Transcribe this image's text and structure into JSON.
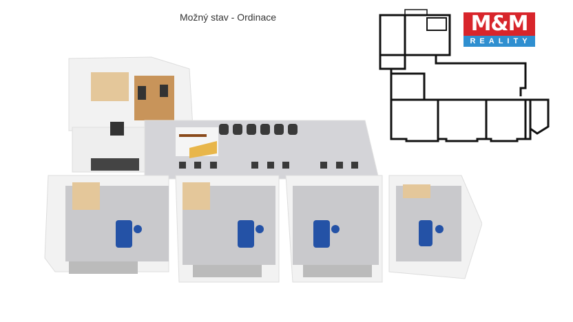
{
  "title": "Možný stav - Ordinace",
  "logo": {
    "brand_top": "M&M",
    "brand_bottom": "REALITY",
    "colors": {
      "red": "#d8252b",
      "blue": "#2f8fd0"
    }
  },
  "plan_2d": {
    "label": "floor-plan-2d",
    "wall_color": "#111111"
  },
  "render_3d": {
    "label": "floor-plan-3d",
    "rooms": [
      {
        "name": "office-small"
      },
      {
        "name": "office-kitchen"
      },
      {
        "name": "bathroom"
      },
      {
        "name": "reception-waiting"
      },
      {
        "name": "dental-room-1"
      },
      {
        "name": "dental-room-2"
      },
      {
        "name": "dental-room-3"
      },
      {
        "name": "dental-room-4"
      }
    ],
    "colors": {
      "floor": "#c9c9cc",
      "wall": "#f2f2f2",
      "wood": "#e4c79a",
      "chair": "#2452a6",
      "seat": "#3a3a3a",
      "accent": "#e8b64a"
    }
  }
}
